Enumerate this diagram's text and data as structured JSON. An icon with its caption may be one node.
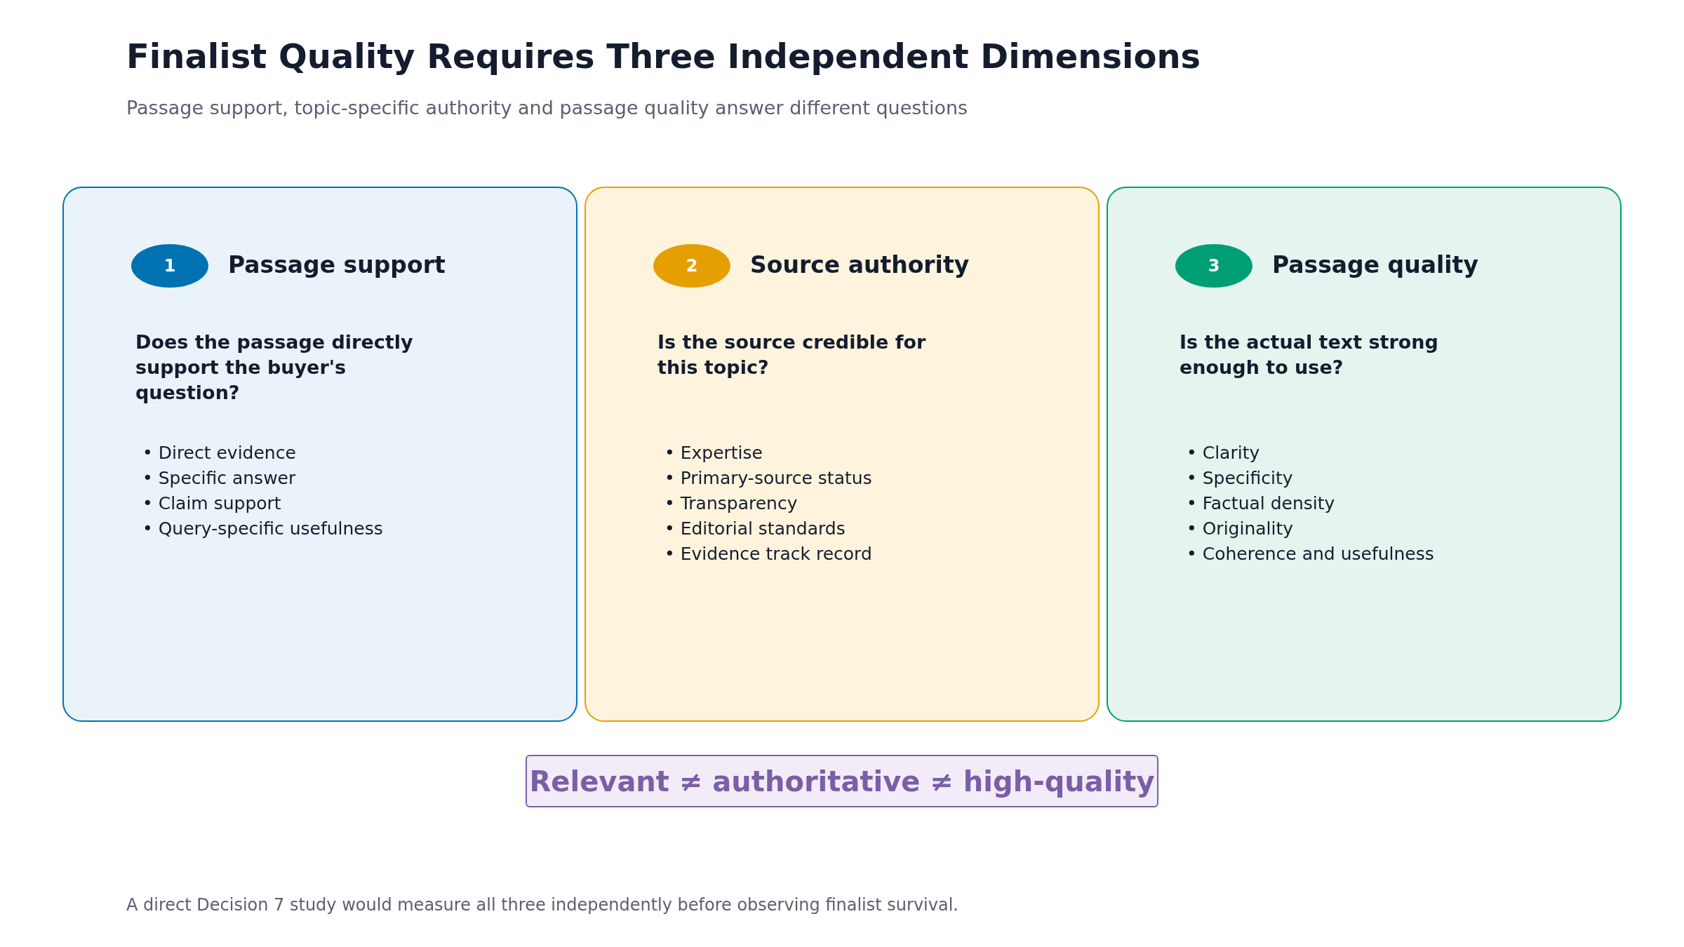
{
  "diagram": {
    "title": "Finalist Quality Requires Three Independent Dimensions",
    "caption": "A direct Decision 7 study would measure all three independently before observing finalist survival.",
    "labels": [
      "Passage support, topic-specific authority and passage quality answer different questions"
    ],
    "nodes": [
      {
        "text": [
          "Passage support",
          "Does the passage directly support the buyer's question?",
          "• Direct evidence",
          "• Specific answer",
          "• Claim support",
          "• Query-specific usefulness"
        ]
      },
      {
        "text": [
          "1"
        ],
        "in": 0
      },
      {
        "text": [
          "Source authority",
          "Is the source credible for this topic?",
          "• Expertise",
          "• Primary-source status",
          "• Transparency",
          "• Editorial standards",
          "• Evidence track record"
        ]
      },
      {
        "text": [
          "2"
        ],
        "in": 2
      },
      {
        "text": [
          "Passage quality",
          "Is the actual text strong enough to use?",
          "• Clarity",
          "• Specificity",
          "• Factual density",
          "• Originality",
          "• Coherence and usefulness"
        ]
      },
      {
        "text": [
          "3"
        ],
        "in": 4
      },
      {
        "text": [
          "Relevant ≠ authoritative ≠ high-quality"
        ]
      }
    ],
    "edges": []
  }
}
